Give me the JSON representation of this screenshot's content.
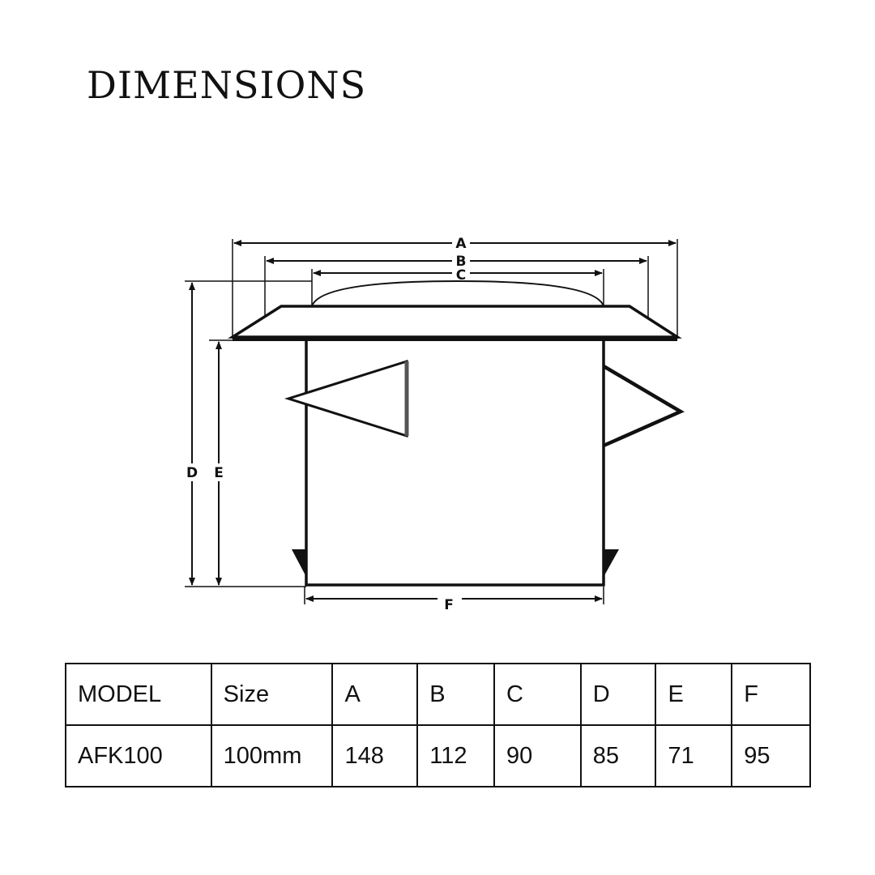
{
  "title": "DIMENSIONS",
  "diagram": {
    "labels": {
      "A": "A",
      "B": "B",
      "C": "C",
      "D": "D",
      "E": "E",
      "F": "F"
    }
  },
  "table": {
    "headers": [
      "MODEL",
      "Size",
      "A",
      "B",
      "C",
      "D",
      "E",
      "F"
    ],
    "rows": [
      [
        "AFK100",
        "100mm",
        "148",
        "112",
        "90",
        "85",
        "71",
        "95"
      ]
    ]
  }
}
